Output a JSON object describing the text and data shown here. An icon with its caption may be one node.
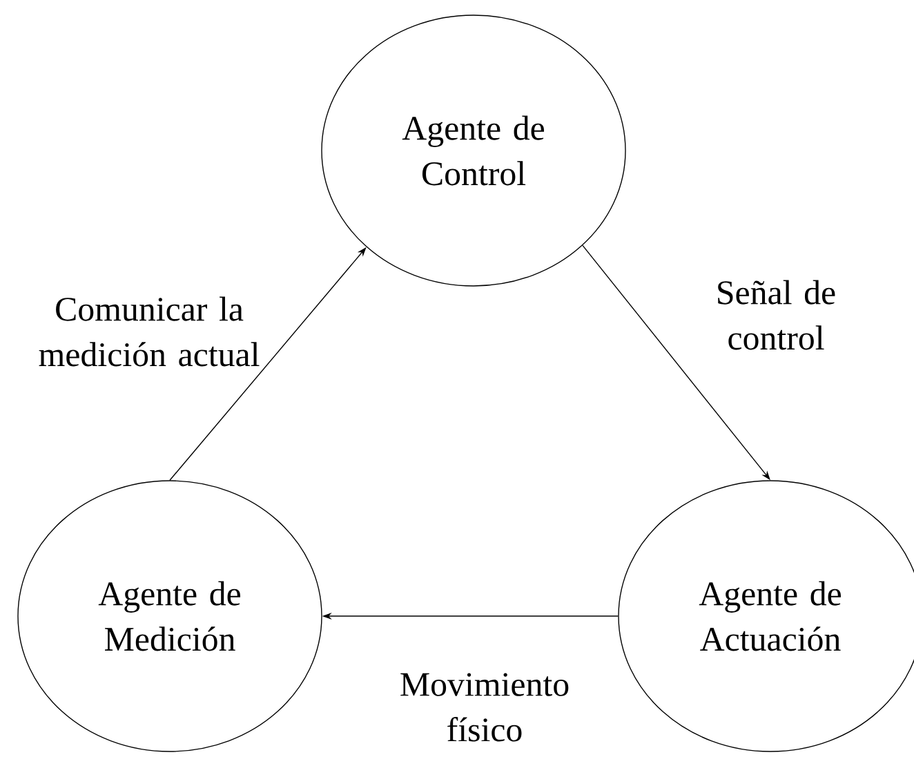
{
  "diagram": {
    "nodes": [
      {
        "text": [
          "Agente de Control"
        ]
      },
      {
        "text": [
          "Agente de Medición"
        ]
      },
      {
        "text": [
          "Agente de Actuación"
        ]
      }
    ],
    "edges": [
      {
        "from": 1,
        "to": 0,
        "arrow": "to",
        "label": "Comunicar la medición actual"
      },
      {
        "from": 0,
        "to": 2,
        "arrow": "to",
        "label": "Señal de control"
      },
      {
        "from": 2,
        "to": 1,
        "arrow": "to",
        "label": "Movimiento físico"
      }
    ]
  }
}
